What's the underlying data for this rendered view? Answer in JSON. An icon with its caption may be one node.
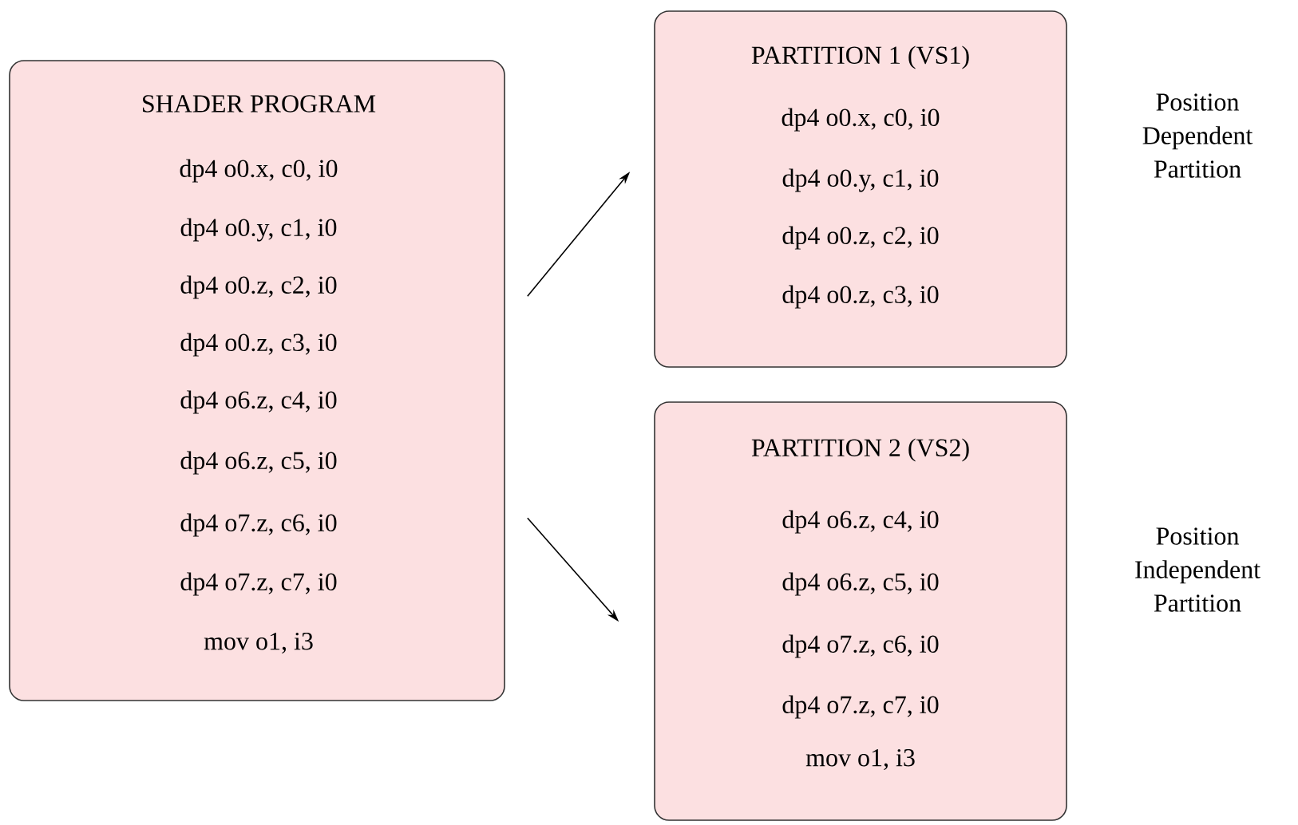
{
  "diagram": {
    "nodes": [
      {
        "text": [
          "SHADER PROGRAM",
          "dp4 o0.x, c0, i0",
          "dp4 o0.y, c1, i0",
          "dp4 o0.z, c2, i0",
          "dp4 o0.z, c3, i0",
          "dp4 o6.z, c4, i0",
          "dp4 o6.z, c5, i0",
          "dp4 o7.z, c6, i0",
          "dp4 o7.z, c7, i0",
          "mov o1, i3"
        ]
      },
      {
        "text": [
          "PARTITION 1 (VS1)",
          "dp4 o0.x, c0, i0",
          "dp4 o0.y, c1, i0",
          "dp4 o0.z, c2, i0",
          "dp4 o0.z, c3, i0"
        ],
        "beside": [
          "Position Dependent Partition"
        ]
      },
      {
        "text": [
          "PARTITION 2 (VS2)",
          "dp4 o6.z, c4, i0",
          "dp4 o6.z, c5, i0",
          "dp4 o7.z, c6, i0",
          "dp4 o7.z, c7, i0",
          "mov o1, i3"
        ],
        "beside": [
          "Position Independent Partition"
        ]
      }
    ],
    "edges": [
      {
        "from": 0,
        "to": 1,
        "arrow": "to"
      },
      {
        "from": 0,
        "to": 2,
        "arrow": "to"
      }
    ]
  }
}
